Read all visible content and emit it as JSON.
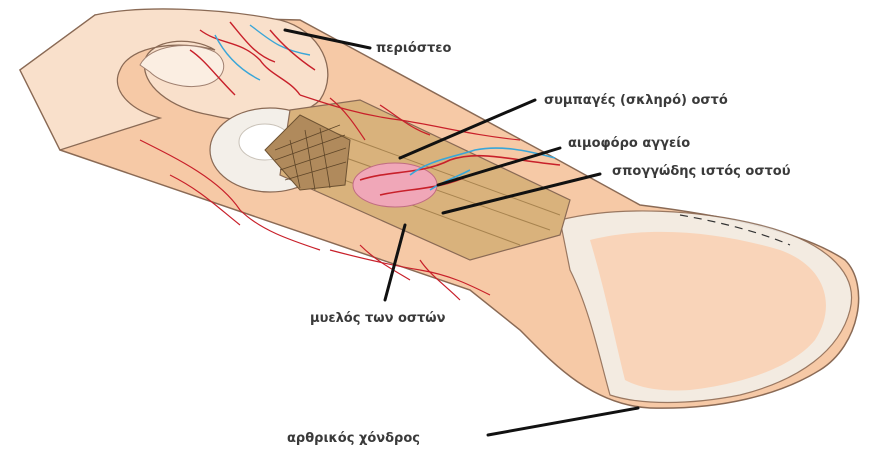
{
  "labels": {
    "periosteum": "περιόστεο",
    "compact_bone": "συμπαγές (σκληρό) οστό",
    "blood_vessel": "αιμοφόρο αγγείο",
    "spongy_bone": "σπογγώδης ιστός οστού",
    "bone_marrow": "μυελός των οστών",
    "articular_cartilage": "αρθρικός χόνδρος"
  },
  "colors": {
    "bone_skin": "#f6c9a6",
    "bone_light": "#f9e0cb",
    "cartilage": "#f3f1ec",
    "vessel_red": "#c8202a",
    "vessel_blue": "#3aa6d8",
    "marrow_pink": "#f0a7b8",
    "compact_tan": "#d9b27c",
    "leader_line": "#111111"
  }
}
